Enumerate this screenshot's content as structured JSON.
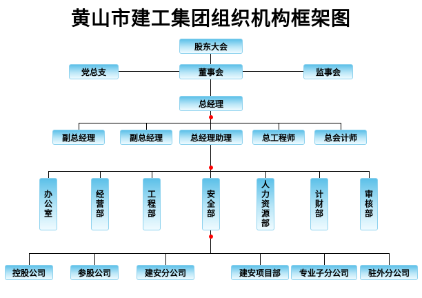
{
  "title": "黄山市建工集团组织机构框架图",
  "colors": {
    "box_gradient_top": "#5cc0e8",
    "box_gradient_bottom": "#effbff",
    "line": "#000000",
    "junction_dot": "#ff0000",
    "title_color": "#000000"
  },
  "nodes": {
    "shareholders_meeting": "股东大会",
    "party_branch": "党总支",
    "board_of_directors": "董事会",
    "supervisory_board": "监事会",
    "general_manager": "总经理",
    "deputy_gm_1": "副总经理",
    "deputy_gm_2": "副总经理",
    "gm_assistant": "总经理助理",
    "chief_engineer": "总工程师",
    "chief_accountant": "总会计师",
    "office": "办公室",
    "business_dept": "经营部",
    "engineering_dept": "工程部",
    "safety_dept": "安全部",
    "hr_dept": "人力资源部",
    "finance_dept": "计财部",
    "audit_dept": "审核部",
    "holding_company": "控股公司",
    "shareholding_company": "参股公司",
    "jianan_branch": "建安分公司",
    "jianan_project_dept": "建安项目部",
    "professional_sub_branch": "专业子分公司",
    "overseas_branch": "驻外分公司"
  }
}
